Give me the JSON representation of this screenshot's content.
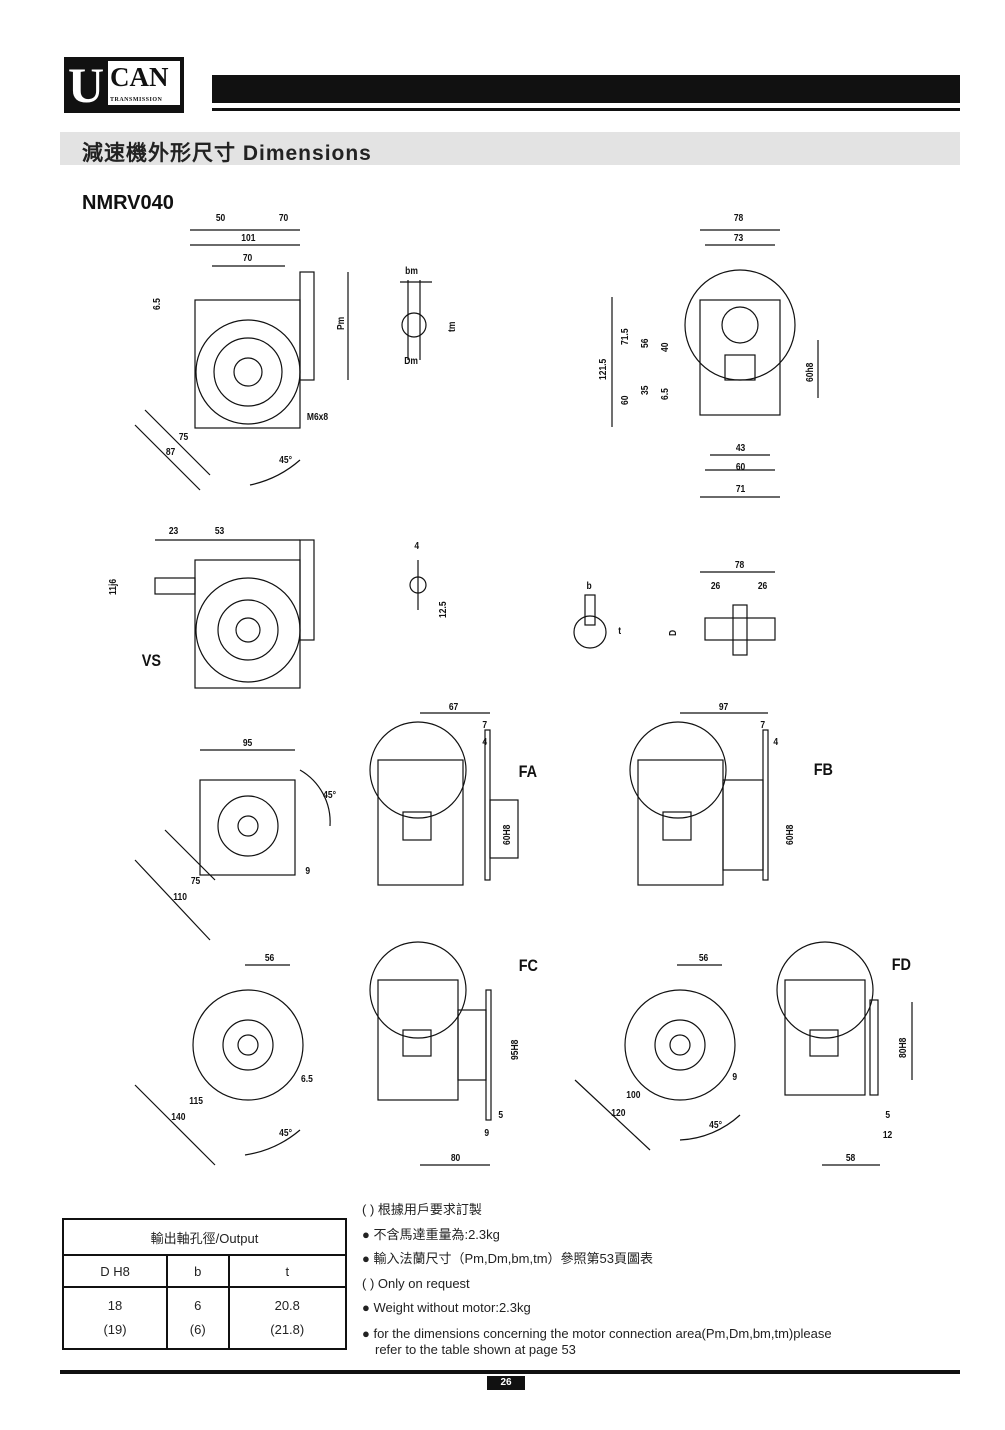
{
  "brand": {
    "logo_letter": "U",
    "logo_name": "CAN",
    "logo_sub": "TRANSMISSION"
  },
  "title": "減速機外形尺寸 Dimensions",
  "model": "NMRV040",
  "views": {
    "main": [
      "50",
      "70",
      "101",
      "70",
      "6.5",
      "Pm",
      "75",
      "87",
      "45°",
      "M6x8"
    ],
    "motor_key": [
      "bm",
      "tm",
      "Dm"
    ],
    "side": [
      "78",
      "73",
      "121.5",
      "71.5",
      "56",
      "40",
      "60",
      "35",
      "6.5",
      "60h8",
      "43",
      "60",
      "71"
    ],
    "vs": [
      "23",
      "53",
      "11j6",
      "VS"
    ],
    "vs_key": [
      "4",
      "12.5"
    ],
    "bore": [
      "b",
      "t",
      "D"
    ],
    "shaft": [
      "78",
      "26",
      "26"
    ],
    "flange": [
      "95",
      "45°",
      "75",
      "110",
      "9"
    ],
    "fa": [
      "67",
      "7",
      "4",
      "60H8",
      "FA"
    ],
    "fb": [
      "97",
      "7",
      "4",
      "60H8",
      "FB"
    ],
    "fc_front": [
      "56",
      "115",
      "140",
      "6.5",
      "45°"
    ],
    "fc": [
      "FC",
      "95H8",
      "5",
      "9",
      "80"
    ],
    "fd_front": [
      "56",
      "100",
      "120",
      "9",
      "45°"
    ],
    "fd": [
      "FD",
      "80H8",
      "5",
      "12",
      "58"
    ]
  },
  "table": {
    "title": "輸出軸孔徑/Output",
    "headers": [
      "D H8",
      "b",
      "t"
    ],
    "rows": [
      [
        "18",
        "6",
        "20.8"
      ],
      [
        "(19)",
        "(6)",
        "(21.8)"
      ]
    ]
  },
  "notes": [
    "(    ) 根據用戶要求訂製",
    "不含馬達重量為:2.3kg",
    "輸入法蘭尺寸（Pm,Dm,bm,tm）參照第53頁圖表",
    "(    ) Only on request",
    "Weight without motor:2.3kg",
    "for the dimensions concerning the motor connection area(Pm,Dm,bm,tm)please",
    "refer to the table shown at page 53"
  ],
  "page_number": "26"
}
